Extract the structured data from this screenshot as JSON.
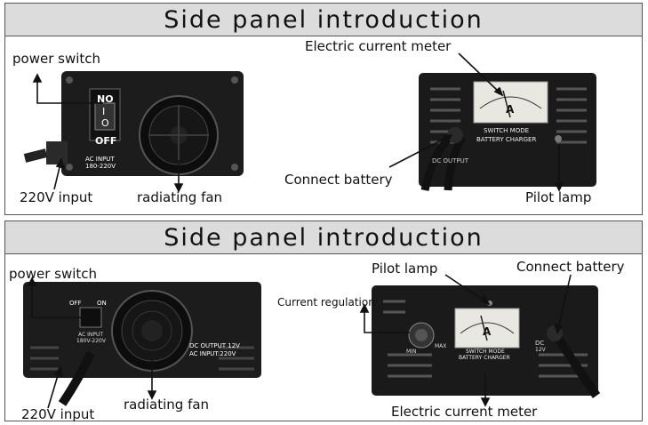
{
  "panel1": {
    "title": "Side panel introduction",
    "labels": {
      "power_switch": "power switch",
      "input": "220V input",
      "fan": "radiating fan",
      "meter": "Electric current meter",
      "connect_battery": "Connect battery",
      "pilot_lamp": "Pilot lamp"
    },
    "device_text": {
      "switch_on": "NO",
      "switch_off": "OFF",
      "switch_i": "I",
      "switch_o": "O",
      "ac_input": "AC INPUT",
      "ac_range": "180-220V",
      "meter_letter": "A",
      "brand_line1": "SWITCH MODE",
      "brand_line2": "BATTERY  CHARGER",
      "dc_output": "DC OUTPUT"
    }
  },
  "panel2": {
    "title": "Side panel introduction",
    "labels": {
      "power_switch": "power switch",
      "input": "220V input",
      "fan": "radiating fan",
      "pilot_lamp": "Pilot lamp",
      "connect_battery": "Connect battery",
      "current_regulation": "Current regulation",
      "meter": "Electric current meter"
    },
    "device_text": {
      "switch_off": "OFF",
      "switch_on": "ON",
      "ac_input": "AC INPUT",
      "ac_range": "180V-220V",
      "dc_output": "DC OUTPUT 12V",
      "ac_input_full": "AC INPUT:220V",
      "meter_letter": "A",
      "brand_line1": "SWITCH MODE",
      "brand_line2": "BATTERY CHARGER",
      "knob_min": "MIN",
      "knob_max": "MAX",
      "dc_label": "DC",
      "dc_12v": "12V"
    }
  }
}
